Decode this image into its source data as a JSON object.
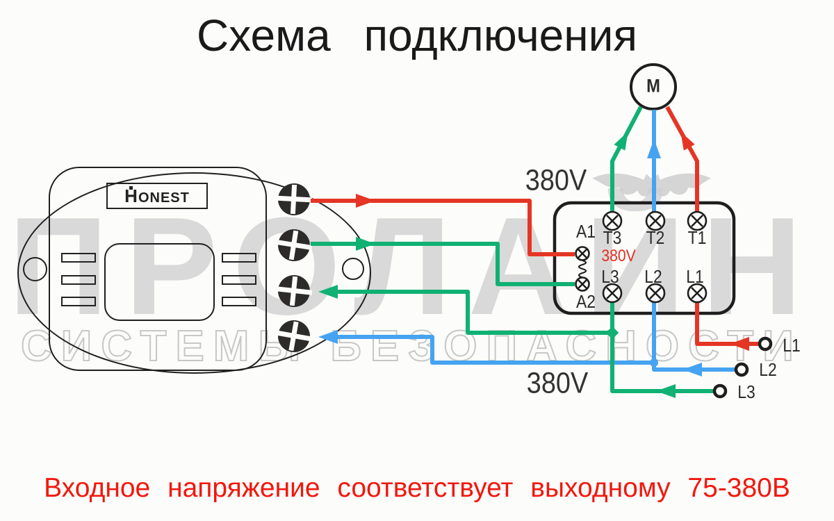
{
  "title": "Схема подключения",
  "note": "Входное напряжение соответствует выходному 75-380В",
  "watermark": {
    "line1": "ПРОЛАЙН",
    "line2": "СИСТЕМЫ БЕЗОПАСНОСТИ"
  },
  "device": {
    "brand": "HONEST"
  },
  "motor": {
    "label": "M"
  },
  "labels": {
    "voltage_top": "380V",
    "voltage_bottom": "380V"
  },
  "contactor": {
    "coil_a1": "A1",
    "coil_a2": "A2",
    "coil_voltage": "380V",
    "top_terminals": [
      "T3",
      "T2",
      "T1"
    ],
    "bottom_terminals": [
      "L3",
      "L2",
      "L1"
    ]
  },
  "inputs": {
    "l1": "L1",
    "l2": "L2",
    "l3": "L3"
  },
  "colors": {
    "phase_red": "#e53525",
    "phase_green": "#10b173",
    "phase_blue": "#45a3f1",
    "ink": "#1e1e1e",
    "note_red": "#f3170c",
    "coil_voltage_red": "#e62e1e",
    "watermark_gray": "#d9d9d9",
    "watermark_outline": "#c7c7c7",
    "bat_gray": "#cfcfcf"
  }
}
